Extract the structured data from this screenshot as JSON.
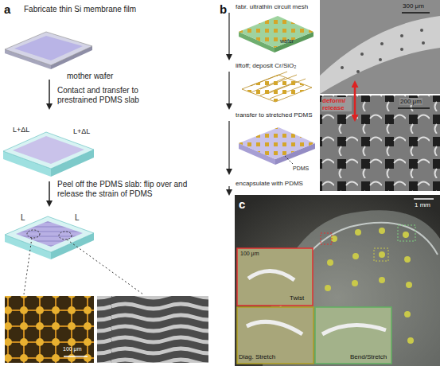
{
  "diagram": {
    "labels": [
      "a",
      "Fabricate thin Si membrane film",
      "mother wafer",
      "Contact and transfer to prestrained PDMS slab",
      "L+ΔL",
      "L+ΔL",
      "Peel off the PDMS slab: flip over and release the strain of PDMS",
      "L",
      "L",
      "100 μm",
      "b",
      "fabr. ultrathin circuit mesh",
      "wafer",
      "liftoff; deposit Cr/SiO₂",
      "transfer to stretched PDMS",
      "PDMS",
      "encapsulate with PDMS",
      "300 μm",
      "200 μm",
      "deform/ release",
      "c",
      "1 mm",
      "100 μm",
      "Twist",
      "Diag. Stretch",
      "Bend/Stretch"
    ]
  }
}
